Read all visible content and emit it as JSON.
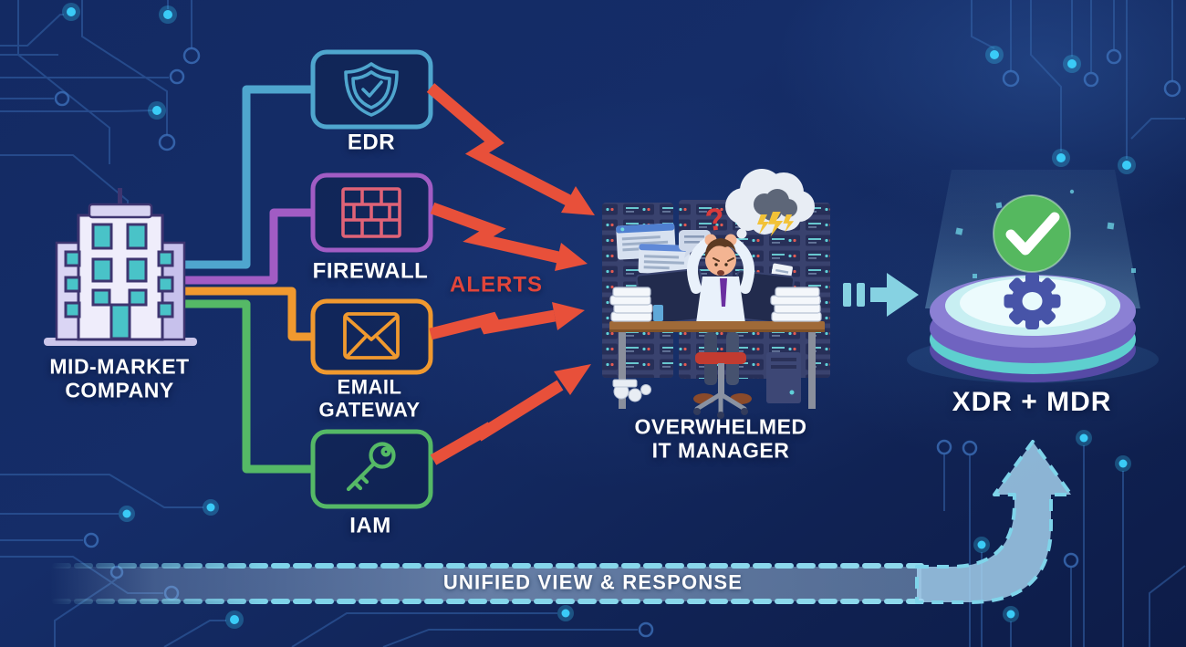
{
  "diagram": {
    "company": {
      "icon": "office-building-icon",
      "name_line1": "MID-MARKET",
      "name_line2": "COMPANY"
    },
    "tools": [
      {
        "id": "edr",
        "label": "EDR",
        "icon": "shield-check-icon",
        "color": "#4FA6CE"
      },
      {
        "id": "firewall",
        "label": "FIREWALL",
        "icon": "brick-wall-icon",
        "color": "#A15CC4"
      },
      {
        "id": "email-gateway",
        "label_line1": "EMAIL",
        "label_line2": "GATEWAY",
        "icon": "envelope-icon",
        "color": "#F0992F"
      },
      {
        "id": "iam",
        "label": "IAM",
        "icon": "key-icon",
        "color": "#55B966"
      }
    ],
    "alerts": {
      "label": "ALERTS",
      "color": "#E2453A"
    },
    "it_manager": {
      "label_line1": "OVERWHELMED",
      "label_line2": "IT MANAGER",
      "question_mark": "?",
      "icons": [
        "storm-cloud-icon",
        "server-rack-icon",
        "monitor-icon",
        "paper-stack-icon"
      ]
    },
    "solution": {
      "label": "XDR + MDR",
      "badge_icon": "check-icon",
      "platform_icon": "gear-icon"
    },
    "banner": {
      "label": "UNIFIED VIEW & RESPONSE"
    },
    "colors": {
      "background_navy": "#132A63",
      "circuit_line": "#3565AB",
      "glow_dot_cyan": "#3ACBF7",
      "alert_red": "#E8503A",
      "banner_cyan": "#7FD4EA",
      "platform_purple": "#8B80D4",
      "platform_teal": "#5ECFCF",
      "check_green": "#55B85F",
      "gear_blue": "#4754A8"
    }
  }
}
